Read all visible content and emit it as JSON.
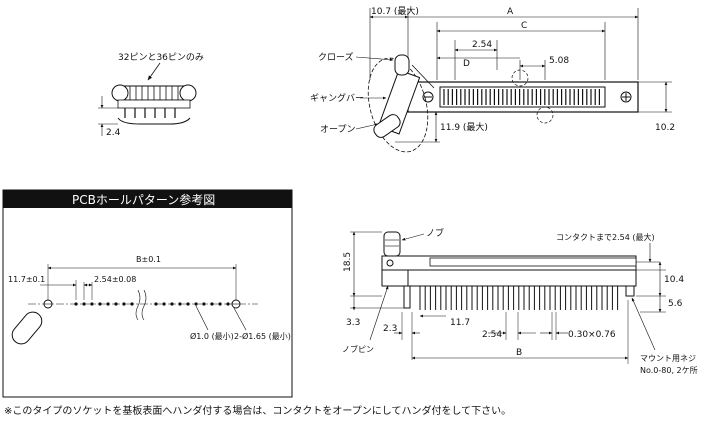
{
  "pin_note": "32ピンと36ピンのみ",
  "dim_2_4": "2.4",
  "top_view": {
    "dim_10_7": "10.7 (最大)",
    "dim_A": "A",
    "dim_C": "C",
    "dim_D": "D",
    "dim_2_54": "2.54",
    "dim_5_08": "5.08",
    "dim_11_9": "11.9 (最大)",
    "dim_10_2": "10.2",
    "label_close": "クローズ",
    "label_gang_bar": "ギャングバー",
    "label_open": "オープン"
  },
  "pcb": {
    "title": "PCBホールパターン参考図",
    "dim_B": "B±0.1",
    "dim_11_7": "11.7±0.1",
    "dim_pitch": "2.54±0.08",
    "hole_small": "Ø1.0 (最小)",
    "hole_large": "2-Ø1.65 (最小)"
  },
  "side_view": {
    "label_knob": "ノブ",
    "label_contact": "コンタクトまで2.54 (最大)",
    "dim_18_5": "18.5",
    "dim_10_4": "10.4",
    "dim_5_6": "5.6",
    "dim_3_3": "3.3",
    "dim_2_3": "2.3",
    "dim_11_7": "11.7",
    "dim_2_54": "2.54",
    "dim_030_076": "0.30×0.76",
    "dim_B": "B",
    "label_knob_pin": "ノブピン",
    "label_mount1": "マウント用ネジ",
    "label_mount2": "No.0-80, 2ケ所"
  },
  "footer_note": "※このタイプのソケットを基板表面へハンダ付する場合は、コンタクトをオープンにしてハンダ付をして下さい。"
}
